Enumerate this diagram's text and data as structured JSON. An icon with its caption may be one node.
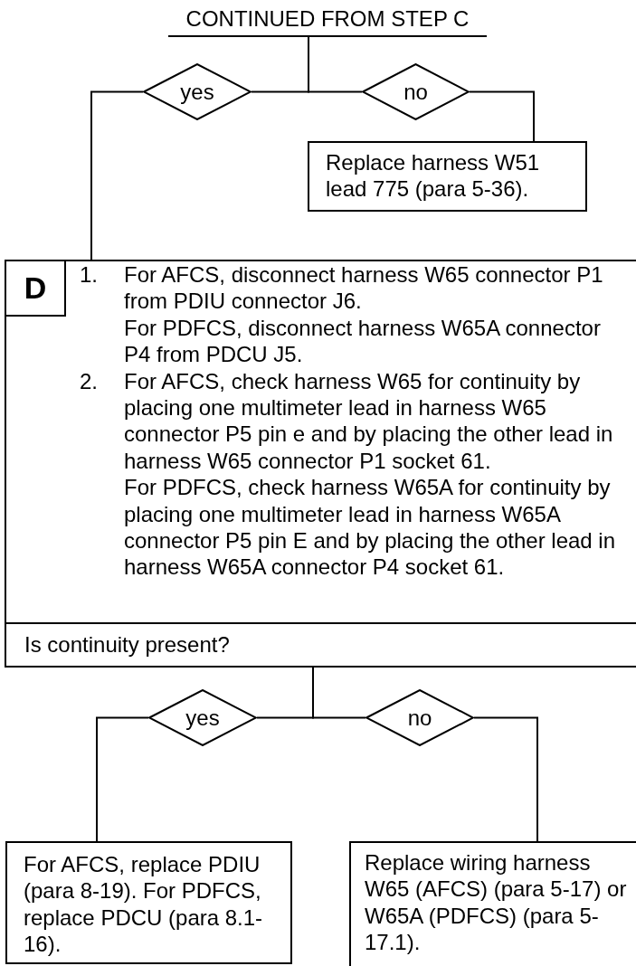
{
  "diagram": {
    "nodes": [
      {
        "text": [
          "CONTINUED FROM STEP C"
        ]
      },
      {
        "text": [
          "yes"
        ]
      },
      {
        "text": [
          "no"
        ]
      },
      {
        "text": [
          "Replace harness W51 lead 775 (para 5-36)."
        ]
      },
      {
        "text": [
          "1.",
          "For AFCS, disconnect harness W65 connector P1 from PDIU connector J6.",
          "For PDFCS, disconnect harness W65A connector P4 from PDCU J5.",
          "2.",
          "For AFCS, check harness W65 for continuity by placing one multimeter lead in harness W65 connector P5 pin e and by placing the other lead in harness W65 connector P1 socket 61.",
          "For PDFCS, check harness W65A for continuity by placing one multimeter lead in harness W65A connector P5 pin E and by placing the other lead in harness W65A connector P4 socket 61."
        ]
      },
      {
        "text": [
          "D"
        ],
        "in": 4
      },
      {
        "text": [
          "Is continuity present?"
        ]
      },
      {
        "text": [
          "yes"
        ]
      },
      {
        "text": [
          "no"
        ]
      },
      {
        "text": [
          "For AFCS, replace PDIU (para 8-19). For PDFCS, replace PDCU (para 8.1-16)."
        ]
      },
      {
        "text": [
          "Replace wiring harness W65 (AFCS) (para 5-17) or W65A (PDFCS) (para 5-17.1)."
        ]
      }
    ],
    "edges": [
      {
        "from": 0,
        "to": 1,
        "arrow": "none"
      },
      {
        "from": 0,
        "to": 2,
        "arrow": "none"
      },
      {
        "from": 1,
        "to": 4,
        "arrow": "none"
      },
      {
        "from": 2,
        "to": 3,
        "arrow": "none"
      },
      {
        "from": 6,
        "to": 7,
        "arrow": "none"
      },
      {
        "from": 6,
        "to": 8,
        "arrow": "none"
      },
      {
        "from": 7,
        "to": 9,
        "arrow": "none"
      },
      {
        "from": 8,
        "to": 10,
        "arrow": "none"
      }
    ]
  }
}
